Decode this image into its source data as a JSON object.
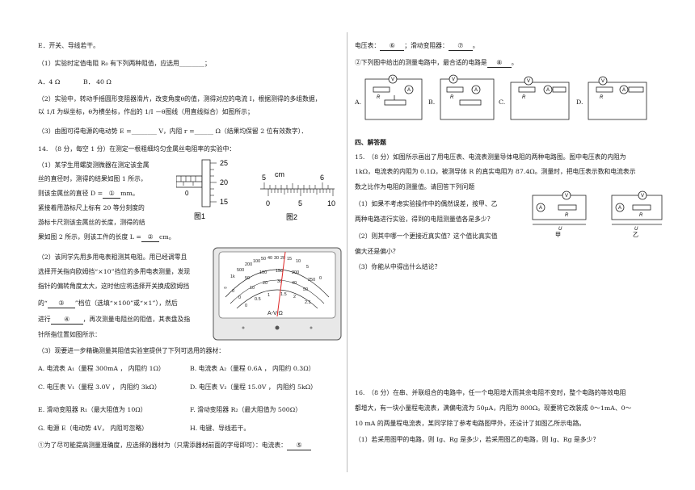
{
  "left": {
    "l1": "E．开关、导线若干。",
    "l2": "（1）实验时定值电阻 R₀ 有下列两种阻值，应选用________；",
    "l3a": "A．4 Ω",
    "l3b": "B． 40 Ω",
    "l4": "（2）实验中，转动手摇圆形变阻器滑片，改变角度θ的值，测得对应的电流 I，根据测得的多组数据，",
    "l5": "以 1/I 为纵坐标，θ为横坐标，作出的 1/I －θ图线（用直线拟合）如图所示；",
    "l6": "（3）由图可得电源的电动势 E =________ V，内阻 r =______ Ω（结果均保留 2 位有效数字）．",
    "q14": "14.　（8 分，每空 1 分）在测定一根粗细均匀金属丝电阻率的实验中：",
    "q14_1a": "（1）某学生用螺旋测微器在测定该金属",
    "q14_1b": "丝的直径时，测得的结果如图 1 所示，",
    "q14_1c": "则该金属丝的直径 D =",
    "blank1": "①",
    "q14_1c_end": "mm。",
    "q14_1d": "紧接着用游标尺上标有 20 等分刻度的",
    "q14_1e": "游标卡尺测该金属丝的长度，测得的结",
    "q14_1f": "果如图 2 所示，则该工件的长度 L =",
    "blank2": "②",
    "q14_1f_end": "cm。",
    "q14_2a": "（2）该同学先用多用电表粗测其电阻。用已经调零且",
    "q14_2b": "选择开关指向欧姆挡“×10”挡位的多用电表测量，发现",
    "q14_2c": "指针的偏转角度太大，这时他应将选择开关换成欧姆挡",
    "q14_2d_pre": "的“",
    "blank3": "③",
    "q14_2d_post": "”档位（选填“×100”或“×1”），然后",
    "q14_2e_pre": "进行",
    "blank4": "④",
    "q14_2e_post": "，再次测量电阻丝的阻值，其表盘及指",
    "q14_2f": "针所指位置如图所示：",
    "q14_3": "（3）现要进一步精确测量其阻值实验室提供了下列可选用的器材：",
    "eqA": "A. 电流表 A₁（量程 300mA ，   内阻约 1Ω）",
    "eqB": "B. 电流表 A₂（量程 0.6A ，   内阻约 0.3Ω）",
    "eqC": "C. 电压表 V₁（量程 3.0V ，   内阻约 3kΩ）",
    "eqD": "D. 电压表 V₂（量程 15.0V ，   内阻约 5kΩ）",
    "eqE": "E. 滑动变阻器 R₁（最大阻值为 10Ω）",
    "eqF": "F. 滑动变阻器 R₂（最大阻值为 500Ω）",
    "eqG": "G. 电源 E（电动势 4V，   内阻可忽略）",
    "eqH": "H. 电键、导线若干。",
    "last_pre": "①为了尽可能提高测量准确度，应选择的器材为（只需添器材前面的字母即可）：电流表：",
    "blank5": "⑤",
    "fig1": "图1",
    "fig2": "图2",
    "mic_ticks": [
      "25",
      "20",
      "15"
    ],
    "mic_zero": "0",
    "cal_unit": "cm",
    "cal_top": [
      "5",
      "6"
    ],
    "cal_bottom": [
      "0",
      "5",
      "10"
    ],
    "meter_label": "A-V-Ω",
    "meter_ohm": [
      "∞",
      "1k",
      "500",
      "200",
      "100",
      "50",
      "40",
      "30",
      "20",
      "15",
      "10",
      "5",
      "0"
    ],
    "meter_dc": [
      "0",
      "50",
      "100",
      "150",
      "200",
      "250"
    ],
    "meter_ac": [
      "0",
      "10",
      "20",
      "30",
      "40",
      "50"
    ],
    "meter_v": [
      "0",
      "0.5",
      "1",
      "1.5",
      "2",
      "2.5"
    ]
  },
  "right": {
    "r1_pre": "电压表：",
    "blank6": "⑥",
    "r1_mid": "；滑动变阻器：",
    "blank7": "⑦",
    "r1_end": "。",
    "r2_pre": "②下列图中给出的测量电路中，最合适的电路是",
    "blank8": "⑧",
    "r2_end": "。",
    "circuit_labels": [
      "A.",
      "B.",
      "C.",
      "D."
    ],
    "sec4": "四、解答题",
    "q15a": "15.　（8 分）如图所示画出了用电压表、电流表测量导体电阻的两种电路图。图中电压表的内阻为",
    "q15b": "1kΩ，电流表的内阻为 0.1Ω，被测导体 R 的真实电阻为 87.4Ω。测量时，把电压表示数和电流表示",
    "q15c": "数之比作为电阻的测量值。请回答下列问题",
    "q15d": "（1）如果不考虑实验操作中的偶然误差，按甲、乙",
    "q15e": "两种电路进行实验，得到的电阻测量值各是多少？",
    "q15f": "（2）则其中哪一个更接近真实值？这个值比真实值",
    "q15g": "偏大还是偏小？",
    "q15h": "（3）你能从中得出什么结论？",
    "fig_jia": "甲",
    "fig_yi": "乙",
    "q16a": "16.　（8 分）在串、并联组合的电路中，任一个电阻增大而其余电阻不变时，整个电路的等效电阻",
    "q16b": "都增大，有一块小量程电流表，满偏电流为 50μA，内阻为 800Ω。现要将它改装成 0～1mA、0～",
    "q16c": "10 mA 的两量程电流表，某同学除了参考电路图甲外，还设计了如图乙所示电路。",
    "q16d": "（1）若采用图甲的电路，则 Ig、Rg 是多少，若采用图乙的电路，则 Ig、Rg 是多少？"
  },
  "colors": {
    "needle": "#d22",
    "ink": "#1a1a1a",
    "meter_body": "#e8e8e8"
  }
}
